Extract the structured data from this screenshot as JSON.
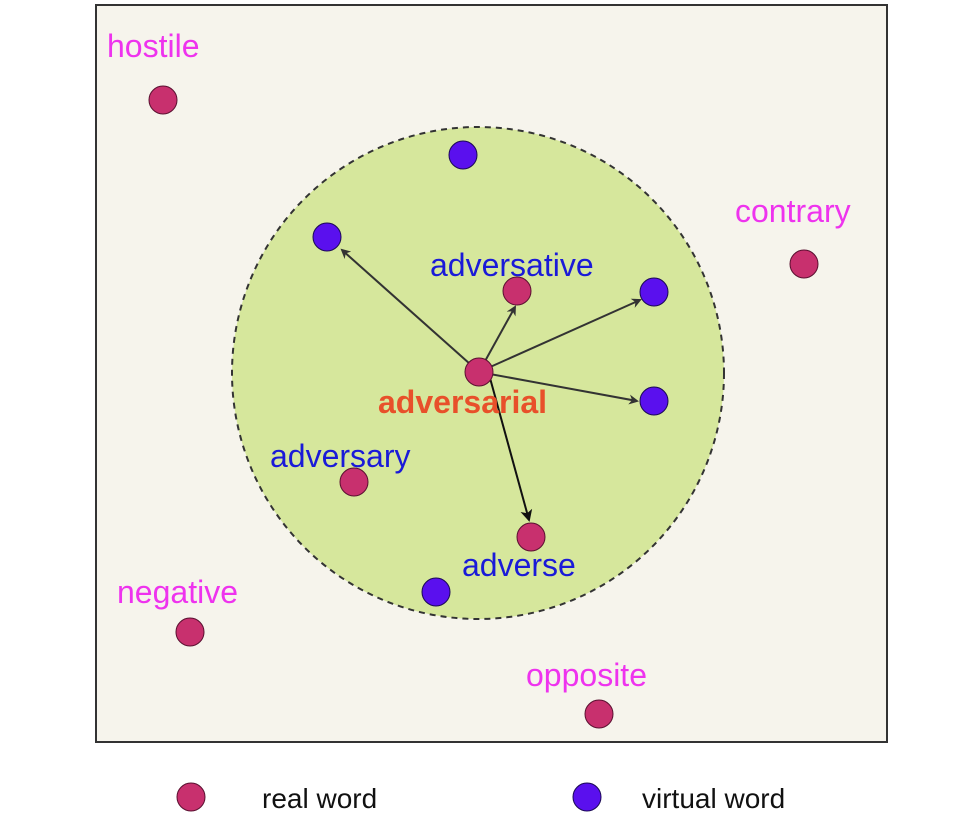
{
  "colors": {
    "panel_bg": "#f6f4ec",
    "panel_border": "#333333",
    "circle_fill": "#d6e79c",
    "circle_stroke": "#333333",
    "real_word": "#c8306e",
    "virtual_word": "#5a10ee",
    "outer_label": "#ee33ee",
    "inner_label": "#1a1ad8",
    "center_label": "#e8502a",
    "arrow": "#333333"
  },
  "outer_words": [
    {
      "id": "hostile",
      "label": "hostile"
    },
    {
      "id": "contrary",
      "label": "contrary"
    },
    {
      "id": "negative",
      "label": "negative"
    },
    {
      "id": "opposite",
      "label": "opposite"
    }
  ],
  "inner_words": [
    {
      "id": "adversative",
      "label": "adversative"
    },
    {
      "id": "adversary",
      "label": "adversary"
    },
    {
      "id": "adverse",
      "label": "adverse"
    }
  ],
  "center_word": {
    "id": "adversarial",
    "label": "adversarial"
  },
  "virtual_word_count": 5,
  "legend": {
    "real_label": "real word",
    "virtual_label": "virtual word"
  }
}
